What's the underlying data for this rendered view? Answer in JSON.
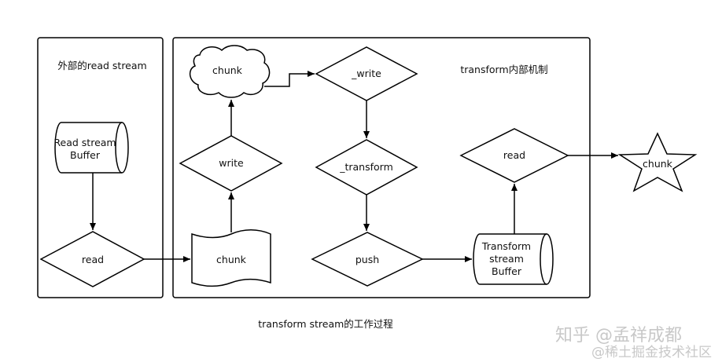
{
  "left_container": {
    "title": "外部的read stream"
  },
  "right_container": {
    "title": "transform内部机制"
  },
  "nodes": {
    "read_stream_buffer": {
      "line1": "Read stream",
      "line2": "Buffer"
    },
    "read_left": "read",
    "chunk_doc": "chunk",
    "write": "write",
    "chunk_cloud": "chunk",
    "underscore_write": "_write",
    "underscore_transform": "_transform",
    "push": "push",
    "transform_stream_buffer": {
      "line1": "Transform",
      "line2": "stream",
      "line3": "Buffer"
    },
    "read_right": "read",
    "chunk_star": "chunk"
  },
  "caption": "transform stream的工作过程",
  "watermark": {
    "line1": "知乎 @孟祥成都",
    "line2": "@稀土掘金技术社区"
  },
  "colors": {
    "stroke": "#000000",
    "background": "#ffffff"
  }
}
